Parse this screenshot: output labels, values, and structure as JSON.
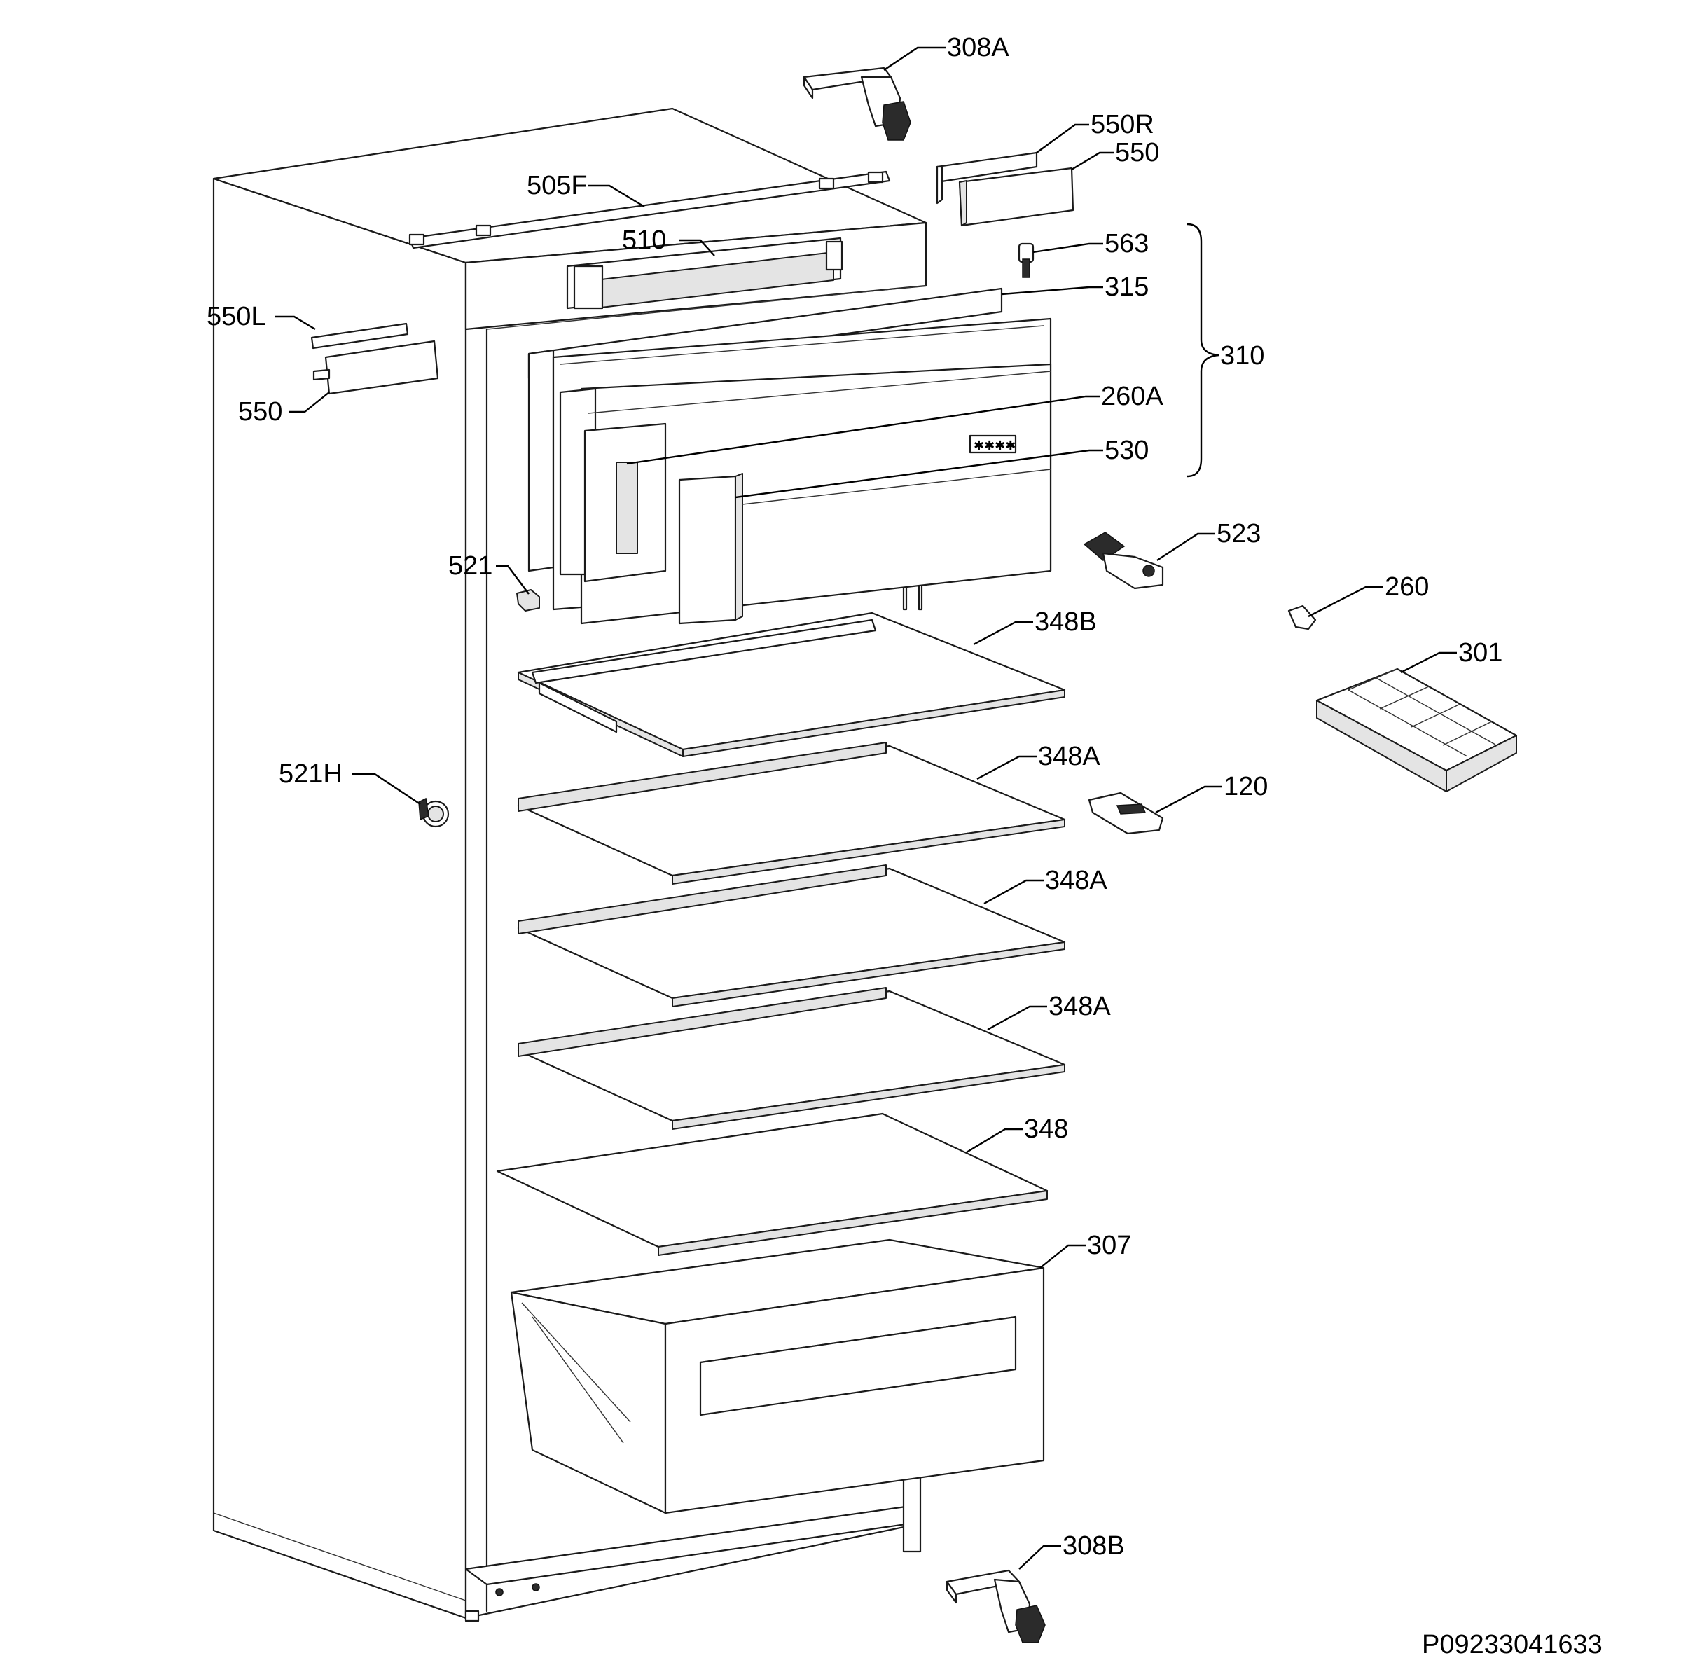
{
  "diagram": {
    "labels": [
      {
        "id": "308A",
        "text": "308A"
      },
      {
        "id": "550R",
        "text": "550R"
      },
      {
        "id": "550-right",
        "text": "550"
      },
      {
        "id": "505F",
        "text": "505F"
      },
      {
        "id": "510",
        "text": "510"
      },
      {
        "id": "563",
        "text": "563"
      },
      {
        "id": "315",
        "text": "315"
      },
      {
        "id": "550L",
        "text": "550L"
      },
      {
        "id": "310",
        "text": "310"
      },
      {
        "id": "550-left",
        "text": "550"
      },
      {
        "id": "260A",
        "text": "260A"
      },
      {
        "id": "530",
        "text": "530"
      },
      {
        "id": "523",
        "text": "523"
      },
      {
        "id": "521",
        "text": "521"
      },
      {
        "id": "260",
        "text": "260"
      },
      {
        "id": "348B",
        "text": "348B"
      },
      {
        "id": "301",
        "text": "301"
      },
      {
        "id": "521H",
        "text": "521H"
      },
      {
        "id": "348A-1",
        "text": "348A"
      },
      {
        "id": "120",
        "text": "120"
      },
      {
        "id": "348A-2",
        "text": "348A"
      },
      {
        "id": "348A-3",
        "text": "348A"
      },
      {
        "id": "348",
        "text": "348"
      },
      {
        "id": "307",
        "text": "307"
      },
      {
        "id": "308B",
        "text": "308B"
      }
    ],
    "drawing_code": "P09233041633"
  }
}
